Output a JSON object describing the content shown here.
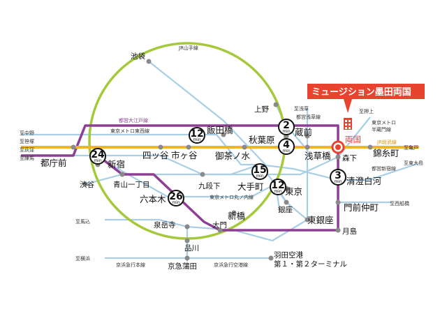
{
  "colors": {
    "yamanote": "#a5c93a",
    "oedo": "#8d3f93",
    "sobu": "#f2b51f",
    "metro": "#a8cfe6",
    "station": "#8a8a8a",
    "accent": "#e8432e"
  },
  "callout": {
    "title": "ミュージション墨田両国"
  },
  "destination": {
    "name": "両国",
    "icon": "building-icon"
  },
  "lines": {
    "yamanote": "JR山手線",
    "oedo": "都営大江戸線",
    "tozai": "東京メトロ東西線",
    "marunouchi": "東京メトロ丸ノ内線",
    "sobu": "JR総武線",
    "asakusa": "都営浅草線",
    "hanzomon": "東京メトロ半蔵門線",
    "shinjuku": "都営新宿線",
    "keikyu_main": "京浜急行本線",
    "keikyu_airport": "京浜急行空港線"
  },
  "terminals": {
    "nakano": "至中野",
    "ogikubo": "至笹塚",
    "oizumi": "至荻窪",
    "nerima": "至練馬",
    "asakusa": "至浅草",
    "oshiage": "至押上",
    "kameido": "至亀戸",
    "higashiojima": "至東大島",
    "nishifunabashi": "至西船橋",
    "umakome": "至馬込",
    "yokohama": "至横浜"
  },
  "stations": {
    "ikebukuro": "池袋",
    "ueno": "上野",
    "iidabashi": "飯田橋",
    "akihabara": "秋葉原",
    "kuramae": "蔵前",
    "asakusabashi": "浅草橋",
    "ochanomizu": "御茶ノ水",
    "morishita": "森下",
    "kinshicho": "錦糸町",
    "tochomae": "都庁前",
    "yotsuya": "四ッ谷",
    "ichigaya": "市ヶ谷",
    "shinjuku": "新宿",
    "kudanshita": "九段下",
    "otemachi": "大手町",
    "tokyo": "東京",
    "kiyosumi": "清澄白河",
    "shibuya": "渋谷",
    "aoyama": "青山一丁目",
    "roppongi": "六本木",
    "ginza": "銀座",
    "shimbashi": "新橋",
    "higashiginza": "東銀座",
    "monzennakacho": "門前仲町",
    "sengakuji": "泉岳寺",
    "daimon": "大門",
    "tsukishima": "月島",
    "shinagawa": "品川",
    "kamata": "京急蒲田",
    "haneda": "羽田空港",
    "haneda_terminal": "第１・第２ターミナル"
  },
  "badges": [
    {
      "minutes": "2",
      "unit": "min",
      "name": "kuramae"
    },
    {
      "minutes": "12",
      "unit": "min",
      "name": "iidabashi"
    },
    {
      "minutes": "4",
      "unit": "min",
      "name": "akihabara"
    },
    {
      "minutes": "24",
      "unit": "min",
      "name": "tochomae"
    },
    {
      "minutes": "15",
      "unit": "min",
      "name": "otemachi"
    },
    {
      "minutes": "12",
      "unit": "min",
      "name": "tokyo"
    },
    {
      "minutes": "3",
      "unit": "min",
      "name": "kiyosumi"
    },
    {
      "minutes": "26",
      "unit": "min",
      "name": "roppongi"
    }
  ]
}
